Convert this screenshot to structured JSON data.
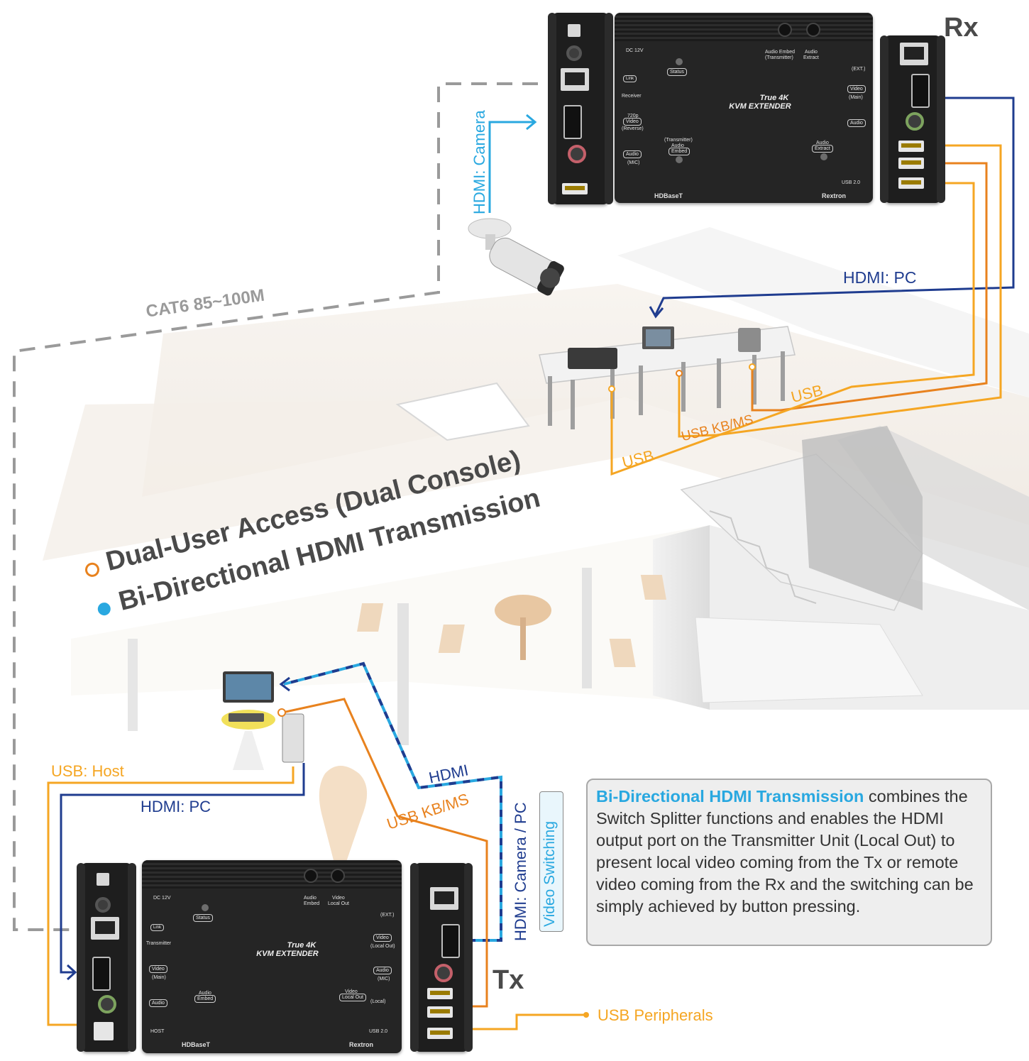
{
  "labels": {
    "rx": "Rx",
    "tx": "Tx",
    "hdmi_camera_vertical": "HDMI: Camera",
    "cat6": "CAT6 85~100M",
    "hdmi_pc_top": "HDMI: PC",
    "usb_right": "USB",
    "usb_kbms_mid": "USB KB/MS",
    "usb_left": "USB",
    "heading_dual_user": "Dual-User Access (Dual Console)",
    "heading_bidirectional": "Bi-Directional HDMI Transmission",
    "usb_host": "USB: Host",
    "hdmi_pc_bottom": "HDMI: PC",
    "hdmi_mid": "HDMI",
    "usb_kbms_bottom": "USB KB/MS",
    "hdmi_camera_pc": "HDMI: Camera / PC",
    "video_switching": "Video Switching",
    "usb_peripherals": "USB Peripherals"
  },
  "infobox": {
    "highlight": "Bi-Directional HDMI Transmission",
    "body": " combines the Switch Splitter functions and enables the HDMI output port on the Transmitter Unit (Local Out) to present local video coming from the Tx or remote video coming from the Rx and the switching can be simply achieved by button pressing."
  },
  "rx_device": {
    "dc": "DC 12V",
    "status": "Status",
    "link": "Link",
    "receiver": "Receiver",
    "video_reverse": "Video",
    "reverse": "(Reverse)",
    "res720": "720p",
    "audio_mic": "Audio",
    "mic": "(MIC)",
    "audio_embed_tx": "Audio Embed",
    "audio_embed_tx_sub": "(Transmitter)",
    "audio_extract": "Audio",
    "audio_extract_sub": "Extract",
    "ext": "(EXT.)",
    "video_main": "Video",
    "main": "(Main)",
    "audio": "Audio",
    "audio_extract_lower": "Audio",
    "extract_lower": "Extract",
    "usb20": "USB 2.0",
    "transmitter_embed": "(Transmitter)",
    "audio_embed": "Audio",
    "embed": "Embed",
    "brand_true4k": "True 4K",
    "brand_kvm": "KVM EXTENDER",
    "hdbaset": "HDBaseT",
    "rextron": "Rextron"
  },
  "tx_device": {
    "dc": "DC 12V",
    "status": "Status",
    "link": "Link",
    "transmitter": "Transmitter",
    "video": "Video",
    "main": "(Main)",
    "audio": "Audio",
    "audio_embed": "Audio",
    "embed": "Embed",
    "audio_embed_top": "Audio",
    "embed_top": "Embed",
    "video_local_top": "Video",
    "local_out_top": "Local Out",
    "ext": "(EXT.)",
    "video_local": "Video",
    "local_out": "(Local Out)",
    "audio_mic": "Audio",
    "mic": "(MIC)",
    "video_local_out": "Video",
    "local_out2": "Local Out",
    "local": "(Local)",
    "host": "HOST",
    "usb20": "USB 2.0",
    "brand_true4k": "True 4K",
    "brand_kvm": "KVM EXTENDER",
    "hdbaset": "HDBaseT",
    "rextron": "Rextron"
  },
  "colors": {
    "light_blue": "#29a8e0",
    "dark_blue": "#1f3c8f",
    "orange": "#f5a623",
    "dark_orange": "#e8821e",
    "gray_dash": "#9a9a9a",
    "heading": "#4a4a4a"
  }
}
